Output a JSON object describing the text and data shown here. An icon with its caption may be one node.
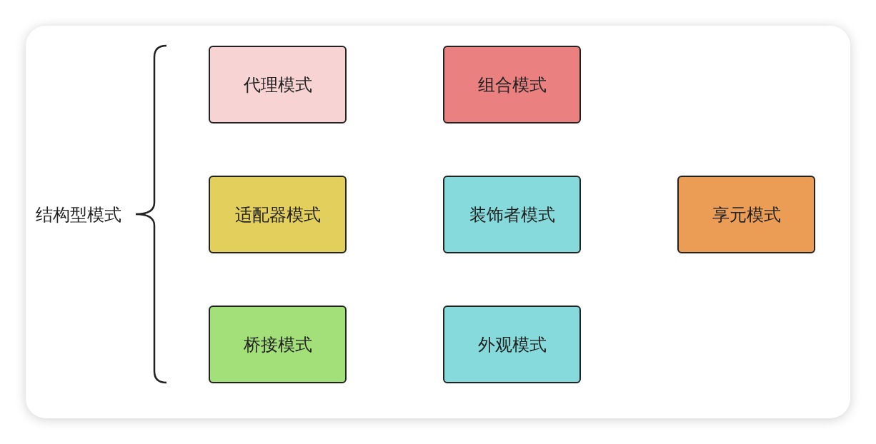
{
  "diagram": {
    "nodes": [
      {
        "text": [
          "代理模式"
        ]
      },
      {
        "text": [
          "组合模式"
        ]
      },
      {
        "text": [
          "适配器模式"
        ]
      },
      {
        "text": [
          "装饰者模式"
        ]
      },
      {
        "text": [
          "享元模式"
        ]
      },
      {
        "text": [
          "桥接模式"
        ]
      },
      {
        "text": [
          "外观模式"
        ]
      }
    ],
    "edges": [],
    "labels": [
      "结构型模式"
    ]
  }
}
